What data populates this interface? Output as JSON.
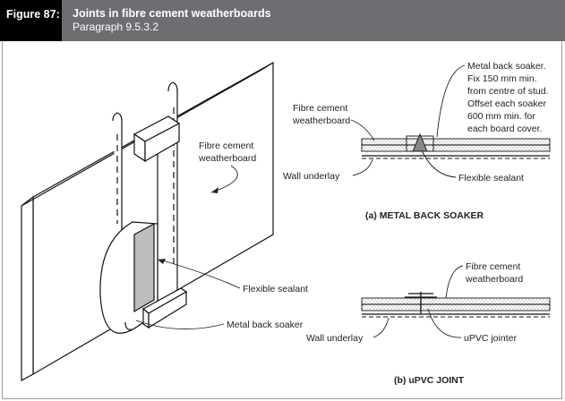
{
  "figure": {
    "number": "Figure 87:",
    "title": "Joints in fibre cement weatherboards",
    "paragraph": "Paragraph 9.5.3.2"
  },
  "left_diagram": {
    "weatherboard_label": [
      "Fibre cement",
      "weatherboard"
    ],
    "sealant_label": "Flexible sealant",
    "soaker_label": "Metal back soaker"
  },
  "diagram_a": {
    "caption": "(a) METAL BACK SOAKER",
    "weatherboard_label": [
      "Fibre cement",
      "weatherboard"
    ],
    "soaker_note": [
      "Metal back soaker.",
      "Fix 150 mm min.",
      "from centre of stud.",
      "Offset each soaker",
      "600 mm min. for",
      "each board cover."
    ],
    "underlay_label": "Wall underlay",
    "sealant_label": "Flexible sealant"
  },
  "diagram_b": {
    "caption": "(b) uPVC JOINT",
    "weatherboard_label": [
      "Fibre cement",
      "weatherboard"
    ],
    "underlay_label": "Wall underlay",
    "jointer_label": "uPVC jointer"
  }
}
